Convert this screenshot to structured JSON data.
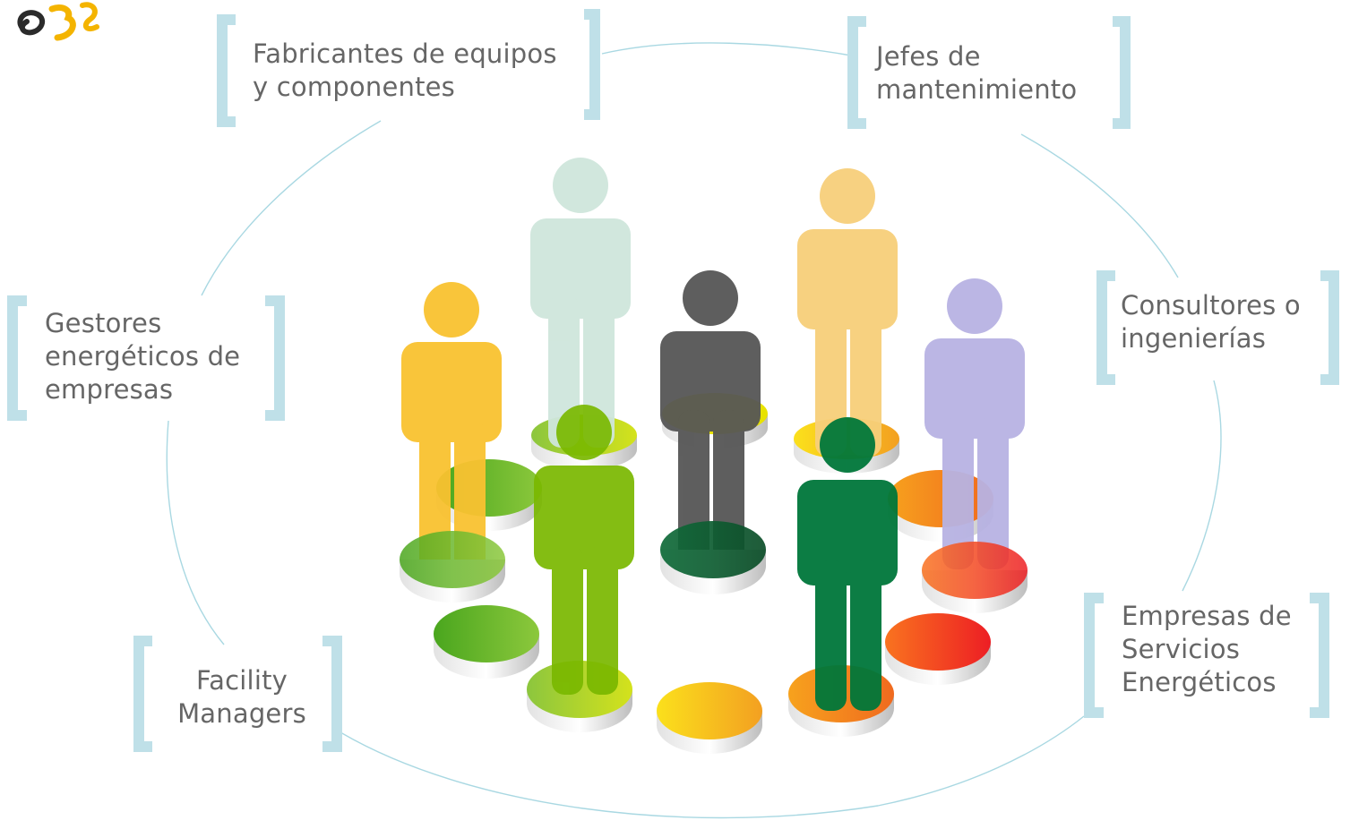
{
  "logo": {
    "text": "a3e",
    "colors": [
      "#2b2b2b",
      "#f4b400"
    ]
  },
  "stakeholders": [
    {
      "id": "fabricantes",
      "lines": [
        "Fabricantes de equipos",
        "y componentes"
      ]
    },
    {
      "id": "jefes",
      "lines": [
        "Jefes de",
        "mantenimiento"
      ]
    },
    {
      "id": "gestores",
      "lines": [
        "Gestores",
        "energéticos de",
        "empresas"
      ]
    },
    {
      "id": "consultores",
      "lines": [
        "Consultores o",
        "ingenierías"
      ]
    },
    {
      "id": "facility",
      "lines": [
        "Facility",
        "Managers"
      ]
    },
    {
      "id": "empresas",
      "lines": [
        "Empresas de",
        "Servicios",
        "Energéticos"
      ]
    }
  ],
  "colors": {
    "bracket": "#bfe0e8",
    "orbit": "#a9d8e2",
    "text": "#666666",
    "person_yellow": "#f9c230",
    "person_mint": "#cfe6dc",
    "person_dark": "#565656",
    "person_peach": "#f7cf7a",
    "person_lavender": "#b8b3e3",
    "person_green": "#7ab800",
    "person_darkgreen": "#00773a"
  }
}
